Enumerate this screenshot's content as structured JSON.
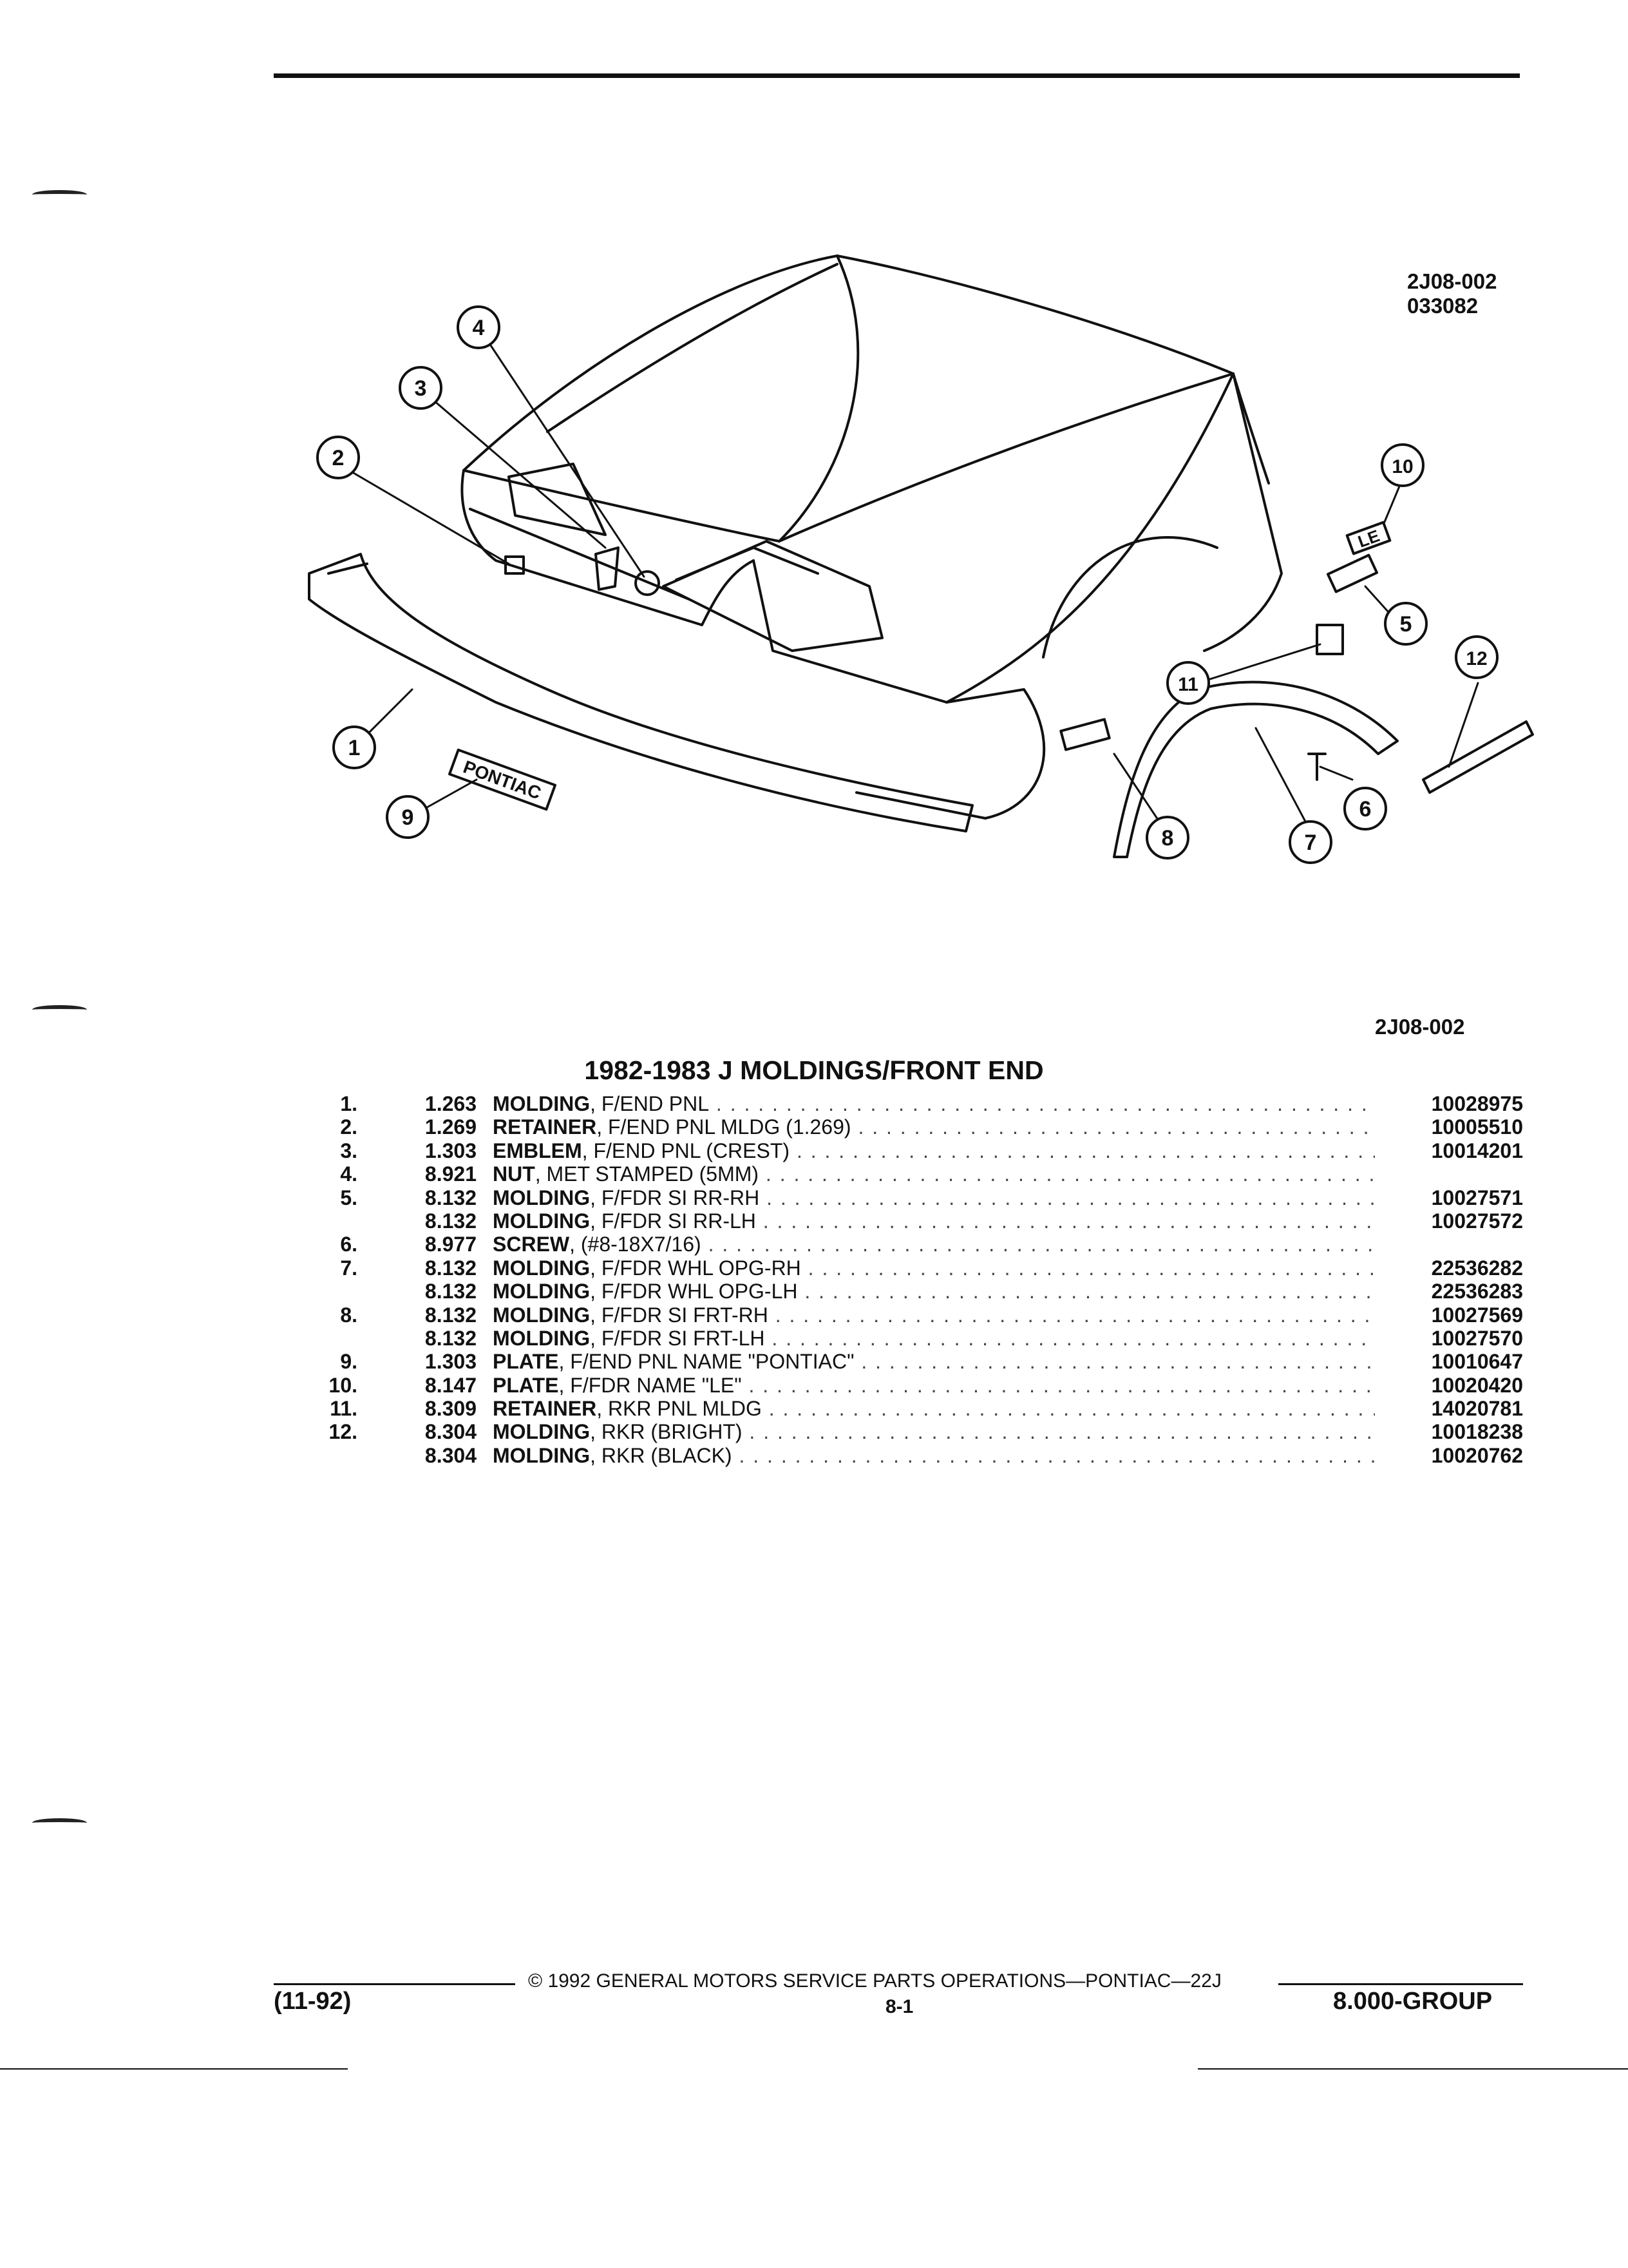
{
  "header": {
    "drawing_code": "2J08-002",
    "drawing_date": "033082"
  },
  "figure": {
    "caption_code": "2J08-002",
    "callouts": [
      "1",
      "2",
      "3",
      "4",
      "5",
      "6",
      "7",
      "8",
      "9",
      "10",
      "11",
      "12"
    ],
    "emblem_text": "PONTIAC",
    "plate_text": "LE"
  },
  "parts": {
    "title": "1982-1983 J MOLDINGS/FRONT END",
    "rows": [
      {
        "num": "1.",
        "code": "1.263",
        "name": "MOLDING",
        "desc": ", F/END PNL",
        "pn": "10028975"
      },
      {
        "num": "2.",
        "code": "1.269",
        "name": "RETAINER",
        "desc": ", F/END PNL MLDG (1.269)",
        "pn": "10005510"
      },
      {
        "num": "3.",
        "code": "1.303",
        "name": "EMBLEM",
        "desc": ", F/END PNL (CREST)",
        "pn": "10014201"
      },
      {
        "num": "4.",
        "code": "8.921",
        "name": "NUT",
        "desc": ", MET STAMPED (5MM)",
        "pn": ""
      },
      {
        "num": "5.",
        "code": "8.132",
        "name": "MOLDING",
        "desc": ", F/FDR SI RR-RH",
        "pn": "10027571"
      },
      {
        "num": "",
        "code": "8.132",
        "name": "MOLDING",
        "desc": ", F/FDR SI RR-LH",
        "pn": "10027572"
      },
      {
        "num": "6.",
        "code": "8.977",
        "name": "SCREW",
        "desc": ", (#8-18X7/16)",
        "pn": ""
      },
      {
        "num": "7.",
        "code": "8.132",
        "name": "MOLDING",
        "desc": ", F/FDR WHL OPG-RH",
        "pn": "22536282"
      },
      {
        "num": "",
        "code": "8.132",
        "name": "MOLDING",
        "desc": ", F/FDR WHL OPG-LH",
        "pn": "22536283"
      },
      {
        "num": "8.",
        "code": "8.132",
        "name": "MOLDING",
        "desc": ", F/FDR SI FRT-RH",
        "pn": "10027569"
      },
      {
        "num": "",
        "code": "8.132",
        "name": "MOLDING",
        "desc": ", F/FDR SI FRT-LH",
        "pn": "10027570"
      },
      {
        "num": "9.",
        "code": "1.303",
        "name": "PLATE",
        "desc": ", F/END PNL NAME \"PONTIAC\"",
        "pn": "10010647"
      },
      {
        "num": "10.",
        "code": "8.147",
        "name": "PLATE",
        "desc": ", F/FDR NAME \"LE\"",
        "pn": "10020420"
      },
      {
        "num": "11.",
        "code": "8.309",
        "name": "RETAINER",
        "desc": ", RKR PNL MLDG",
        "pn": "14020781"
      },
      {
        "num": "12.",
        "code": "8.304",
        "name": "MOLDING",
        "desc": ", RKR (BRIGHT)",
        "pn": "10018238"
      },
      {
        "num": "",
        "code": "8.304",
        "name": "MOLDING",
        "desc": ", RKR (BLACK)",
        "pn": "10020762"
      }
    ]
  },
  "footer": {
    "date": "(11-92)",
    "copyright": "© 1992 GENERAL MOTORS SERVICE PARTS OPERATIONS—PONTIAC—22J",
    "page": "8-1",
    "group": "8.000-GROUP"
  }
}
